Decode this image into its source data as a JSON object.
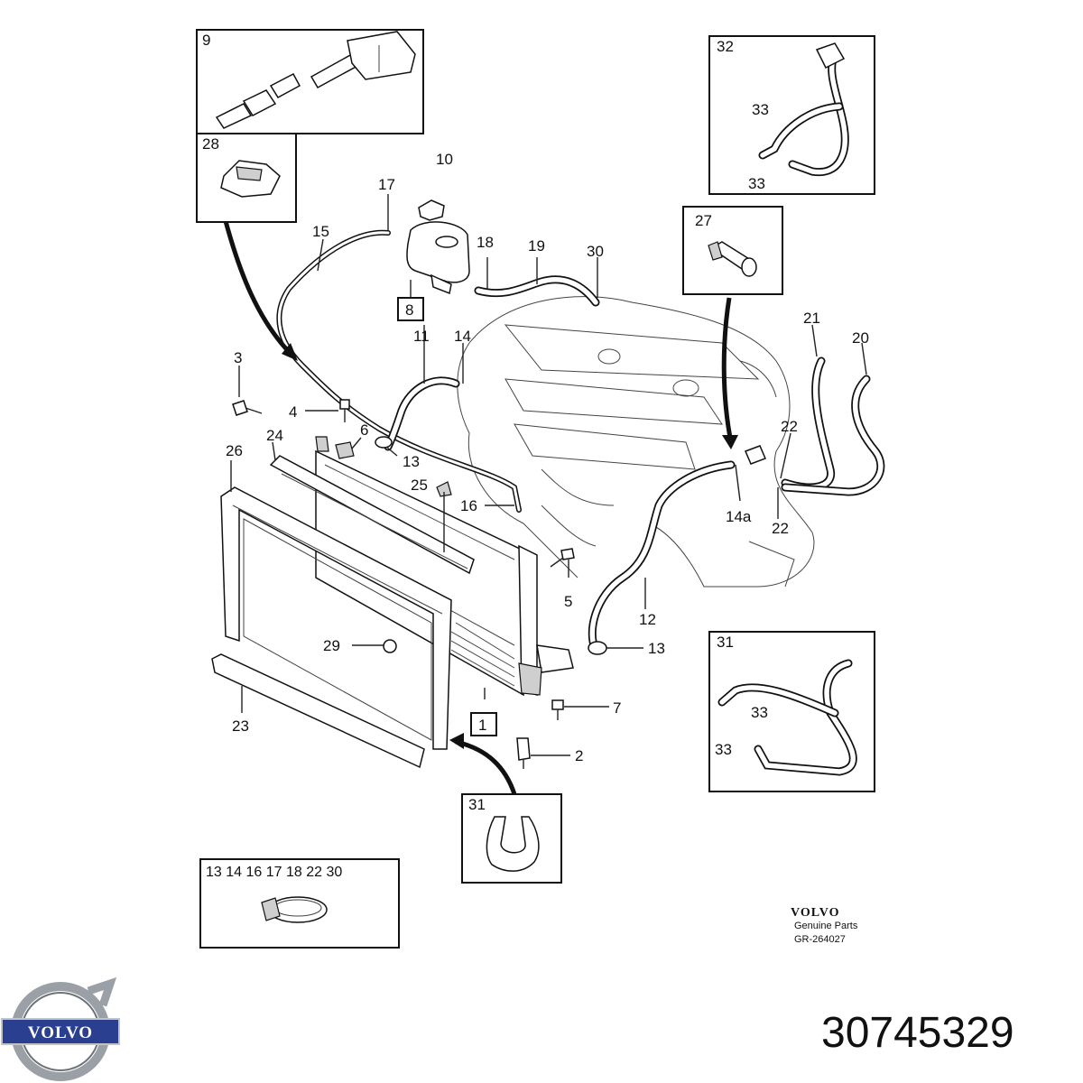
{
  "callouts": {
    "c1": "1",
    "c2": "2",
    "c3": "3",
    "c4": "4",
    "c5": "5",
    "c6": "6",
    "c7": "7",
    "c8": "8",
    "c9": "9",
    "c10": "10",
    "c11": "11",
    "c12": "12",
    "c13a": "13",
    "c13b": "13",
    "c14": "14",
    "c14a": "14a",
    "c15": "15",
    "c16": "16",
    "c17": "17",
    "c18": "18",
    "c19": "19",
    "c20": "20",
    "c21": "21",
    "c22a": "22",
    "c22b": "22",
    "c23": "23",
    "c24": "24",
    "c25": "25",
    "c26": "26",
    "c27": "27",
    "c28": "28",
    "c29": "29",
    "c30": "30",
    "c31a": "31",
    "c31b": "31",
    "c32": "32",
    "c33a": "33",
    "c33b": "33",
    "c33c": "33",
    "c33d": "33"
  },
  "clamp_box_label": "13 14 16 17 18 22 30",
  "brand": {
    "name": "VOLVO",
    "genuine": "Genuine Parts",
    "diagram_code": "GR-264027"
  },
  "logo": {
    "text": "VOLVO",
    "accent_color": "#2a3f8f",
    "ring_color": "#9aa0a6"
  },
  "part_number": "30745329"
}
